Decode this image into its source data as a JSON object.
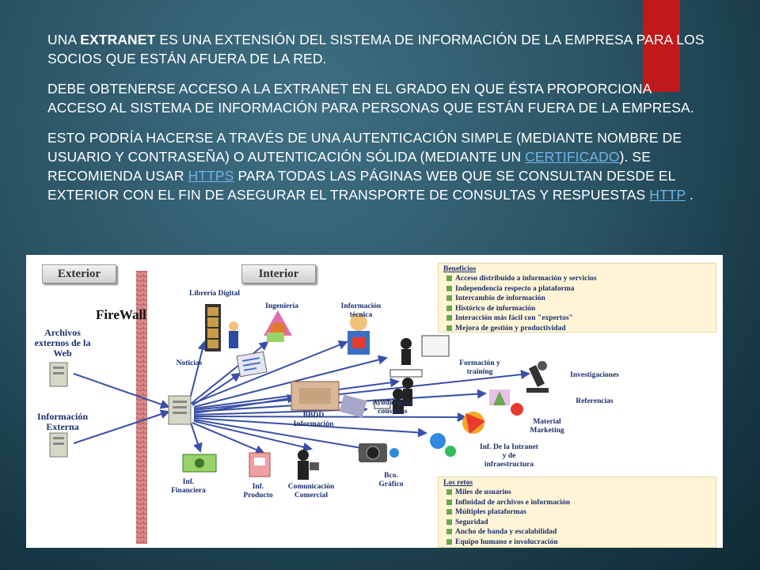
{
  "slide": {
    "p1_pre": "UNA ",
    "p1_bold": "EXTRANET",
    "p1_post": " ES UNA EXTENSIÓN DEL SISTEMA DE INFORMACIÓN DE LA EMPRESA PARA LOS SOCIOS QUE ESTÁN AFUERA DE LA RED.",
    "p2": "DEBE OBTENERSE ACCESO A LA EXTRANET EN EL GRADO EN QUE ÉSTA PROPORCIONA ACCESO AL SISTEMA DE INFORMACIÓN PARA PERSONAS QUE ESTÁN FUERA DE LA EMPRESA.",
    "p3_a": "ESTO PODRÍA HACERSE A TRAVÉS DE UNA AUTENTICACIÓN SIMPLE (MEDIANTE NOMBRE DE USUARIO Y CONTRASEÑA) O AUTENTICACIÓN SÓLIDA (MEDIANTE UN ",
    "p3_link1": "CERTIFICADO",
    "p3_b": "). SE RECOMIENDA USAR ",
    "p3_link2": "HTTPS",
    "p3_c": " PARA TODAS LAS PÁGINAS WEB QUE SE CONSULTAN DESDE EL EXTERIOR CON EL FIN DE ASEGURAR EL TRANSPORTE DE CONSULTAS Y RESPUESTAS ",
    "p3_link3": "HTTP",
    "p3_d": " ."
  },
  "diagram": {
    "exterior": "Exterior",
    "interior": "Interior",
    "firewall": "FireWall",
    "archivos": "Archivos externos de la Web",
    "info_externa": "Información Externa",
    "libreria": "Librería Digital",
    "ingenieria": "Ingeniería",
    "info_tecnica": "Información técnica",
    "noticias": "Noticias",
    "formacion": "Formación y training",
    "investigaciones": "Investigaciones",
    "referencias": "Referencias",
    "bbdd": "BBDD Información",
    "ayudas": "Ayudas para consultas",
    "material": "Material Marketing",
    "intranet": "Inf. De la Intranet y de infraestructura",
    "financiera": "Inf. Financiera",
    "producto": "Inf. Producto",
    "comunicacion": "Comunicación Comercial",
    "grafico": "Bco. Gráfico",
    "beneficios": {
      "title": "Beneficios",
      "items": [
        "Acceso distribuido a información y servicios",
        "Independencia respecto a plataforma",
        "Intercambio de información",
        "Histórico de información",
        "Interacción más fácil con \"expertos\"",
        "Mejora de gestión y productividad"
      ]
    },
    "retos": {
      "title": "Los retos",
      "items": [
        "Miles de usuarios",
        "Infinidad de archivos e información",
        "Múltiples plataformas",
        "Seguridad",
        "Ancho de banda y escalabilidad",
        "Equipo humano e involucración"
      ]
    }
  },
  "colors": {
    "accent": "#c0191c",
    "link": "#6fb3e6",
    "label": "#1a2f6b",
    "panel": "#fff4d6"
  }
}
